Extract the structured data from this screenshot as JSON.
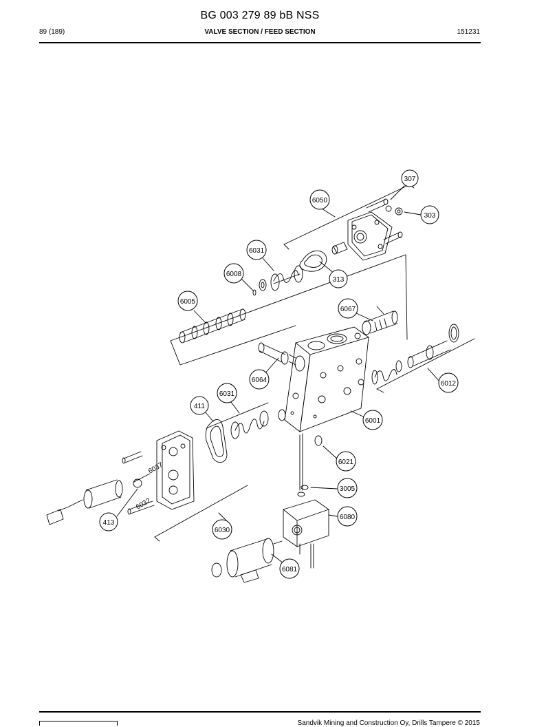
{
  "header": {
    "title": "BG 003 279 89 bB NSS",
    "page_ref": "89 (189)",
    "section": "VALVE SECTION / FEED SECTION",
    "doc_code": "151231"
  },
  "footer": {
    "text": "Sandvik Mining and Construction Oy, Drills Tampere © 2015"
  },
  "callouts": {
    "c307": "307",
    "c6050": "6050",
    "c303": "303",
    "c6031a": "6031",
    "c6008": "6008",
    "c313": "313",
    "c6005": "6005",
    "c6067": "6067",
    "c6064": "6064",
    "c6012": "6012",
    "c6031b": "6031",
    "c411": "411",
    "c6001": "6001",
    "c6021": "6021",
    "c6037": "6037",
    "c3005": "3005",
    "c6032": "6032",
    "c413": "413",
    "c6080": "6080",
    "c6030": "6030",
    "c6081": "6081"
  }
}
